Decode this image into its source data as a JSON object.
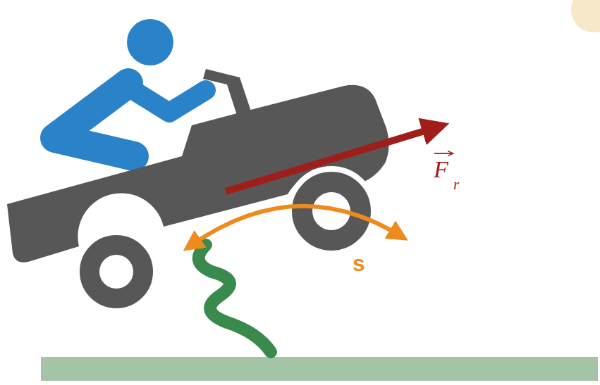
{
  "diagram": {
    "labels": [
      "F",
      "r",
      "s"
    ]
  }
}
